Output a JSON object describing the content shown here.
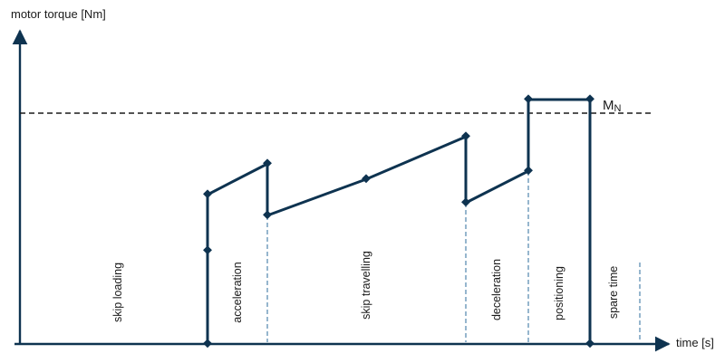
{
  "diagram": {
    "y_axis_label": "motor torque [Nm]",
    "x_axis_label": "time [s]",
    "rated_torque": {
      "symbol": "M",
      "subscript": "N"
    },
    "phases": [
      "skip loading",
      "acceleration",
      "skip travelling",
      "deceleration",
      "positioning",
      "spare time"
    ]
  },
  "colors": {
    "curve": "#0e3350",
    "phase_divider": "#2c6d9c",
    "rated_line": "#1a1a1a"
  }
}
